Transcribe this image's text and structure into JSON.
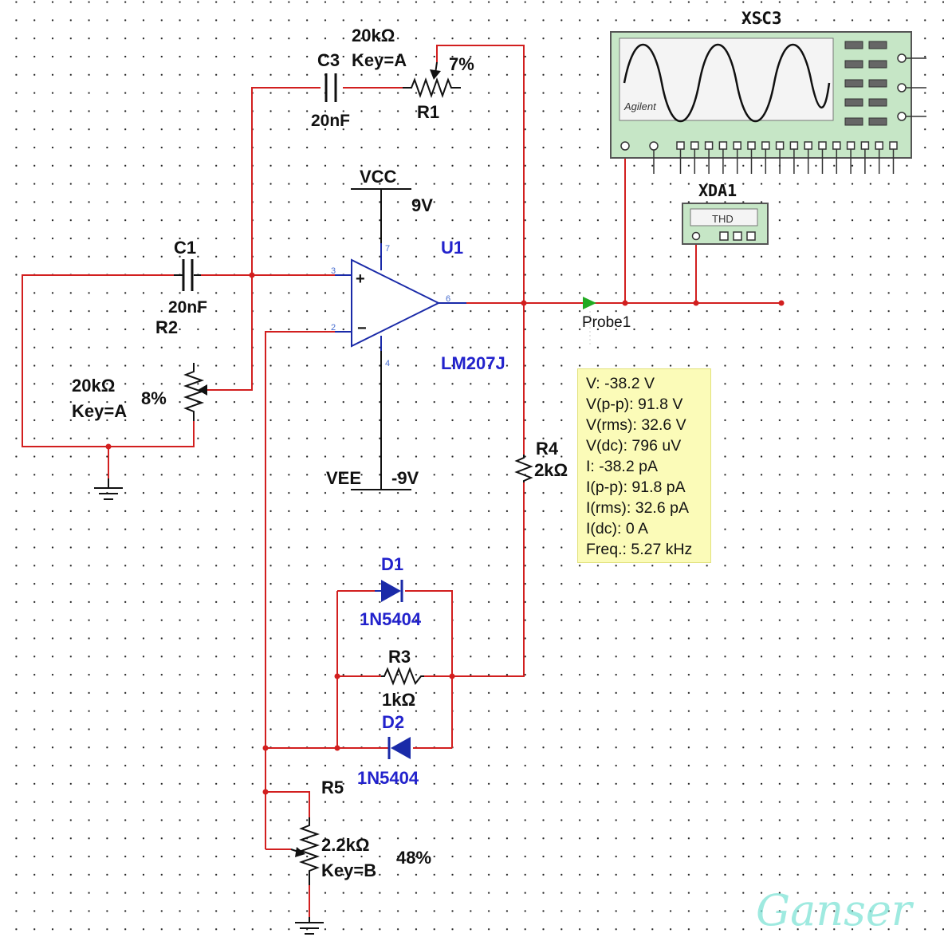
{
  "components": {
    "C1": {
      "ref": "C1",
      "value": "20nF"
    },
    "C3": {
      "ref": "C3",
      "value": "20nF",
      "key_text": "Key=A"
    },
    "R1": {
      "ref": "R1",
      "value": "20kΩ",
      "percent": "7%"
    },
    "R2": {
      "ref": "R2",
      "value": "20kΩ",
      "key_text": "Key=A",
      "percent": "8%"
    },
    "R3": {
      "ref": "R3",
      "value": "1kΩ"
    },
    "R4": {
      "ref": "R4",
      "value": "2kΩ"
    },
    "R5": {
      "ref": "R5",
      "value": "2.2kΩ",
      "key_text": "Key=B",
      "percent": "48%"
    },
    "D1": {
      "ref": "D1",
      "model": "1N5404"
    },
    "D2": {
      "ref": "D2",
      "model": "1N5404"
    },
    "U1": {
      "ref": "U1",
      "model": "LM207J",
      "pins": [
        "7",
        "3",
        "2",
        "6",
        "4"
      ],
      "plus": "+",
      "minus": "−"
    },
    "VCC": {
      "ref": "VCC",
      "value": "9V"
    },
    "VEE": {
      "ref": "VEE",
      "value": "-9V"
    }
  },
  "instruments": {
    "XSC3": {
      "ref": "XSC3",
      "brand": "Agilent"
    },
    "XDA1": {
      "ref": "XDA1",
      "screen_text": "THD"
    }
  },
  "probe": {
    "name": "Probe1",
    "readings": [
      "V: -38.2 V",
      "V(p-p): 91.8 V",
      "V(rms): 32.6 V",
      "V(dc): 796 uV",
      "I: -38.2 pA",
      "I(p-p): 91.8 pA",
      "I(rms): 32.6 pA",
      "I(dc): 0 A",
      "Freq.: 5.27 kHz"
    ]
  },
  "watermark": "Ganser",
  "colors": {
    "wire": "#d21f1f",
    "schematic": "#111111",
    "refdes": "#2222cc",
    "probe_arrow": "#22aa22",
    "scope_body": "#c8e8c8",
    "tooltip": "#fbfbb8",
    "watermark": "#7fe3d6"
  }
}
